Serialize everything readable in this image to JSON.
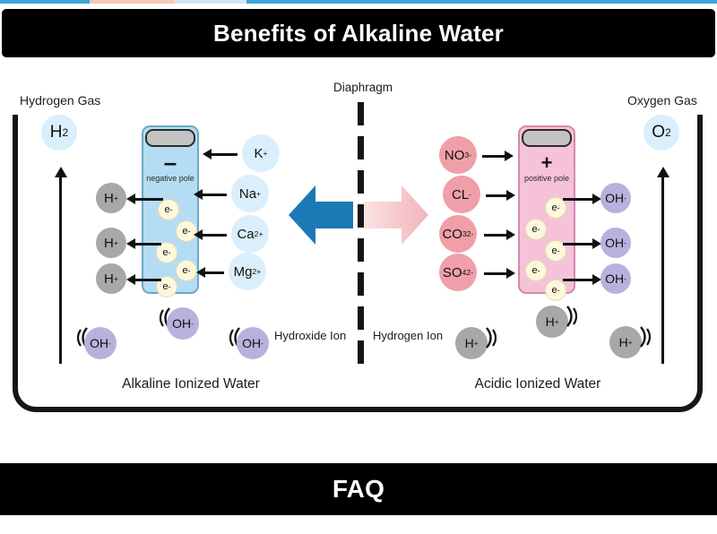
{
  "header": {
    "title": "Benefits of Alkaline Water"
  },
  "footer": {
    "title": "FAQ"
  },
  "diagram": {
    "diaphragm_label": "Diaphragm",
    "left_gas_label": "Hydrogen Gas",
    "right_gas_label": "Oxygen Gas",
    "left_gas_bubble": "H",
    "left_gas_bubble_sub": "2",
    "right_gas_bubble": "O",
    "right_gas_bubble_sub": "2",
    "cathode": {
      "sign": "–",
      "pole_text": "negative pole",
      "electron_label": "e",
      "electron_sup": "-"
    },
    "anode": {
      "sign": "+",
      "pole_text": "positive pole",
      "electron_label": "e",
      "electron_sup": "-"
    },
    "cations": [
      {
        "base": "K",
        "sup": "+",
        "sub": ""
      },
      {
        "base": "Na",
        "sup": "+",
        "sub": ""
      },
      {
        "base": "Ca",
        "sup": "2+",
        "sub": ""
      },
      {
        "base": "Mg",
        "sup": "2+",
        "sub": ""
      }
    ],
    "anions": [
      {
        "base": "NO",
        "sub": "3",
        "sup": "-"
      },
      {
        "base": "CL",
        "sub": "",
        "sup": "-"
      },
      {
        "base": "CO",
        "sub": "3",
        "sup": "2-"
      },
      {
        "base": "SO",
        "sub": "4",
        "sup": "2-"
      }
    ],
    "hydrogen_ions_at_cathode": [
      {
        "base": "H",
        "sup": "+"
      },
      {
        "base": "H",
        "sup": "+"
      },
      {
        "base": "H",
        "sup": "+"
      }
    ],
    "hydroxide_ions_at_anode": [
      {
        "base": "OH",
        "sup": "-"
      },
      {
        "base": "OH",
        "sup": "-"
      },
      {
        "base": "OH",
        "sup": "-"
      }
    ],
    "bottom_left_ions": [
      {
        "base": "OH",
        "sup": "-"
      },
      {
        "base": "OH",
        "sup": "-"
      },
      {
        "base": "OH",
        "sup": "-"
      }
    ],
    "bottom_right_ions": [
      {
        "base": "H",
        "sup": "+"
      },
      {
        "base": "H",
        "sup": "+"
      },
      {
        "base": "H",
        "sup": "+"
      }
    ],
    "hydroxide_zone_label": "Hydroxide Ion",
    "hydrogen_zone_label": "Hydrogen Ion",
    "left_water_caption": "Alkaline Ionized Water",
    "right_water_caption": "Acidic Ionized Water",
    "colors": {
      "bar_background": "#000000",
      "bar_text": "#ffffff",
      "cathode_fill": "#b4ddf4",
      "anode_fill": "#f6c2d8",
      "cation_fill": "#dbeefb",
      "anion_fill": "#f09fa8",
      "hydrogen_ion_fill": "#a8a8a8",
      "hydroxide_ion_fill": "#b7b2dd",
      "electron_fill": "#fdf7dc",
      "left_big_arrow": "#1b7ab5",
      "right_big_arrow": "#f5c0c6",
      "outline": "#161616"
    }
  }
}
